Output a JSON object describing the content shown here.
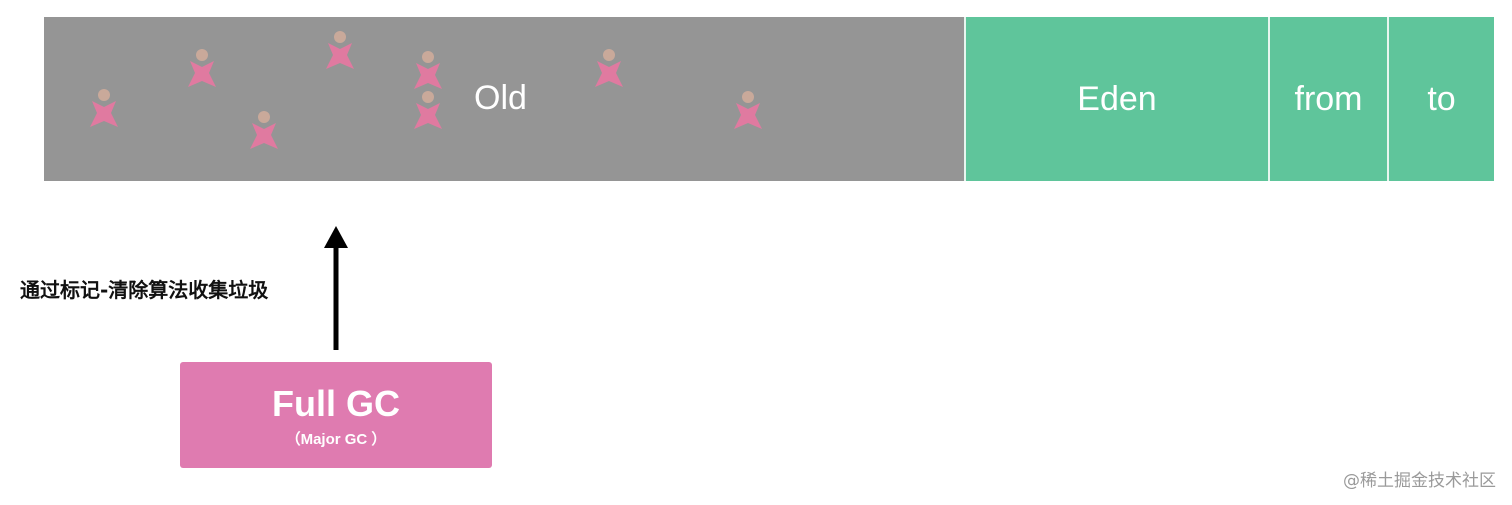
{
  "heap": {
    "old_label": "Old",
    "eden_label": "Eden",
    "from_label": "from",
    "to_label": "to",
    "old_color": "#959595",
    "young_color": "#5fc59b",
    "object_color": "#e07aa0",
    "object_icon": "garbage-object-icon",
    "object_count": 8
  },
  "caption": "通过标记-清除算法收集垃圾",
  "full_gc": {
    "title": "Full GC",
    "subtitle": "（Major GC ）",
    "color": "#df7bb0"
  },
  "watermark": "@稀土掘金技术社区"
}
